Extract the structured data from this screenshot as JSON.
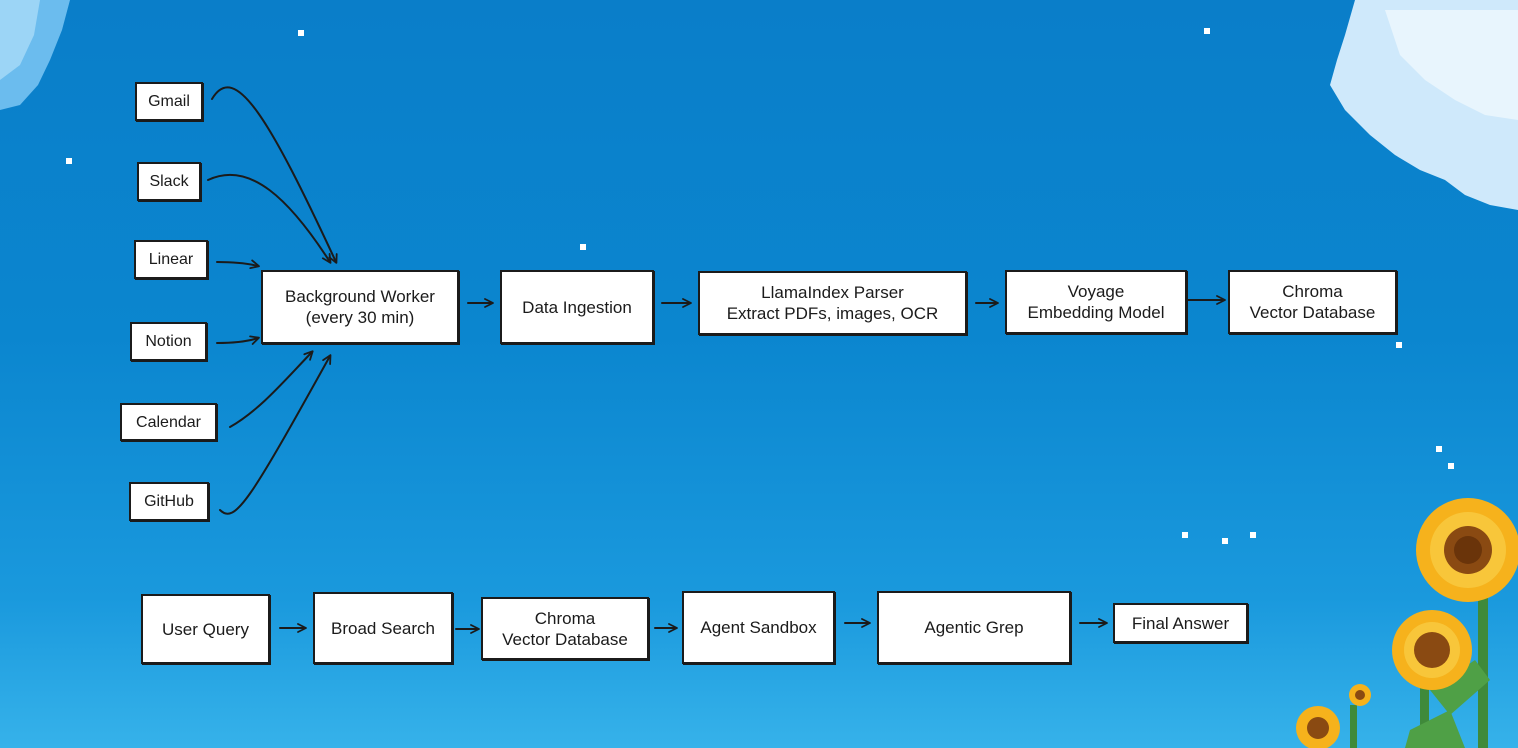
{
  "sources": [
    {
      "id": "gmail",
      "label": "Gmail"
    },
    {
      "id": "slack",
      "label": "Slack"
    },
    {
      "id": "linear",
      "label": "Linear"
    },
    {
      "id": "notion",
      "label": "Notion"
    },
    {
      "id": "calendar",
      "label": "Calendar"
    },
    {
      "id": "github",
      "label": "GitHub"
    }
  ],
  "ingest_pipeline": [
    {
      "id": "worker",
      "label": "Background Worker\n(every 30 min)"
    },
    {
      "id": "ingestion",
      "label": "Data Ingestion"
    },
    {
      "id": "parser",
      "label": "LlamaIndex Parser\nExtract PDFs, images, OCR"
    },
    {
      "id": "voyage",
      "label": "Voyage\nEmbedding Model"
    },
    {
      "id": "chroma1",
      "label": "Chroma\nVector Database"
    }
  ],
  "query_pipeline": [
    {
      "id": "query",
      "label": "User Query"
    },
    {
      "id": "broad",
      "label": "Broad Search"
    },
    {
      "id": "chroma2",
      "label": "Chroma\nVector Database"
    },
    {
      "id": "sandbox",
      "label": "Agent Sandbox"
    },
    {
      "id": "grep",
      "label": "Agentic Grep"
    },
    {
      "id": "answer",
      "label": "Final Answer"
    }
  ],
  "edges": [
    [
      "gmail",
      "worker"
    ],
    [
      "slack",
      "worker"
    ],
    [
      "linear",
      "worker"
    ],
    [
      "notion",
      "worker"
    ],
    [
      "calendar",
      "worker"
    ],
    [
      "github",
      "worker"
    ],
    [
      "worker",
      "ingestion"
    ],
    [
      "ingestion",
      "parser"
    ],
    [
      "parser",
      "voyage"
    ],
    [
      "voyage",
      "chroma1"
    ],
    [
      "query",
      "broad"
    ],
    [
      "broad",
      "chroma2"
    ],
    [
      "chroma2",
      "sandbox"
    ],
    [
      "sandbox",
      "grep"
    ],
    [
      "grep",
      "answer"
    ]
  ],
  "colors": {
    "sky_top": "#0a7ec9",
    "sky_bottom": "#36b2ea",
    "box_fill": "#ffffff",
    "ink": "#1b1b1b",
    "cloud": "#cfe9fb",
    "sunflower_petal": "#f6b21c",
    "sunflower_center": "#8a4a12",
    "stem": "#3f8a3a"
  }
}
